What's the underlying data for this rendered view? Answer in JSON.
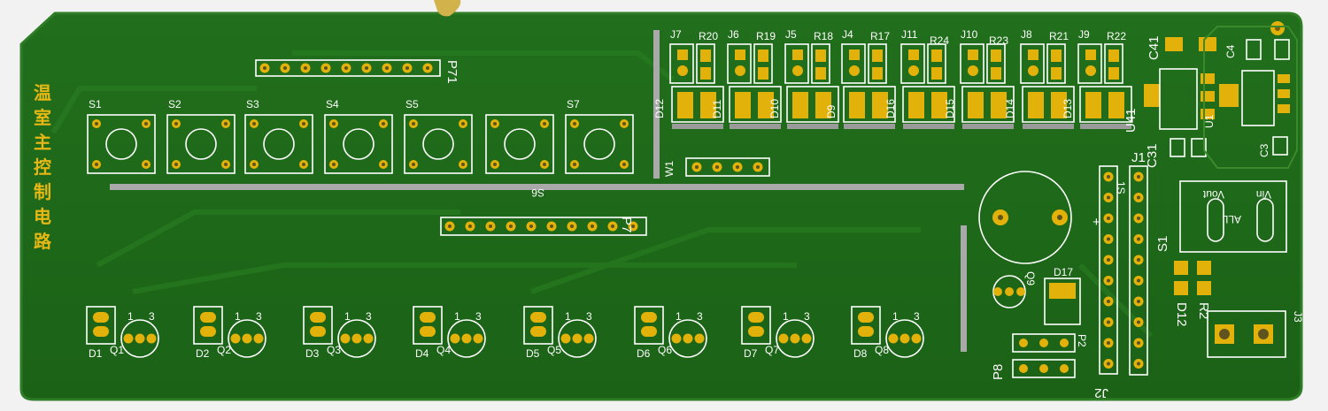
{
  "board": {
    "title_chars": [
      "温",
      "室",
      "主",
      "控",
      "制",
      "电",
      "路"
    ],
    "colors": {
      "background": "#f2f2f2",
      "board_green": "#1f6b1a",
      "board_edge": "#2f7d26",
      "pad_gold": "#e3b20a",
      "silkscreen": "#ffffff",
      "slot_gray": "#a9a9a9"
    }
  },
  "buttons": [
    "S1",
    "S2",
    "S3",
    "S4",
    "S5",
    "S6",
    "S7"
  ],
  "headers": {
    "p71": "P71",
    "p7": "P7",
    "w1": "W1",
    "j1": "J1",
    "j2": "J2",
    "p2": "P2",
    "p8": "P8",
    "j3": "J3",
    "s1_side": "S1"
  },
  "relay_group": {
    "jumpers": [
      "J7",
      "J6",
      "J5",
      "J4",
      "J11",
      "J10",
      "J8",
      "J9"
    ],
    "resistors": [
      "R20",
      "R19",
      "R18",
      "R17",
      "R24",
      "R23",
      "R21",
      "R22"
    ],
    "diodes": [
      "D12",
      "D11",
      "D10",
      "D9",
      "D16",
      "D15",
      "D14",
      "D13"
    ]
  },
  "power": {
    "caps": [
      "C41",
      "C4",
      "C31",
      "C3"
    ],
    "regulators": [
      "U41",
      "U1"
    ],
    "diode": "D17",
    "lower_parts": [
      "R2",
      "D12"
    ],
    "q9": "Q9",
    "module_text": [
      "Vout",
      "Vin",
      "ALL"
    ],
    "polarity": "+"
  },
  "transistors": {
    "diodes": [
      "D1",
      "D2",
      "D3",
      "D4",
      "D5",
      "D6",
      "D7",
      "D8"
    ],
    "qs": [
      "Q1",
      "Q2",
      "Q3",
      "Q4",
      "Q5",
      "Q6",
      "Q7",
      "Q8"
    ],
    "pin_marks": [
      "1",
      "3"
    ]
  }
}
